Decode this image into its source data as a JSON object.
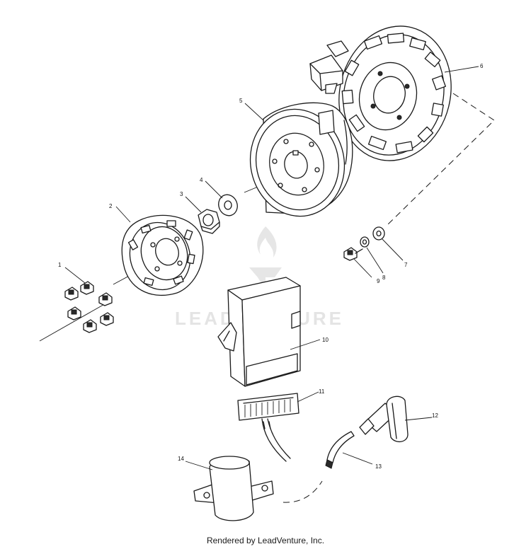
{
  "watermark": {
    "text": "LEADVENTURE"
  },
  "callouts": [
    {
      "id": "1",
      "label": "1"
    },
    {
      "id": "2",
      "label": "2"
    },
    {
      "id": "3",
      "label": "3"
    },
    {
      "id": "4",
      "label": "4"
    },
    {
      "id": "5",
      "label": "5"
    },
    {
      "id": "6",
      "label": "6"
    },
    {
      "id": "7",
      "label": "7"
    },
    {
      "id": "8",
      "label": "8"
    },
    {
      "id": "9",
      "label": "9"
    },
    {
      "id": "10",
      "label": "10"
    },
    {
      "id": "11",
      "label": "11"
    },
    {
      "id": "12",
      "label": "12"
    },
    {
      "id": "13",
      "label": "13"
    },
    {
      "id": "14",
      "label": "14"
    }
  ],
  "footer": {
    "text": "Rendered by LeadVenture, Inc."
  }
}
